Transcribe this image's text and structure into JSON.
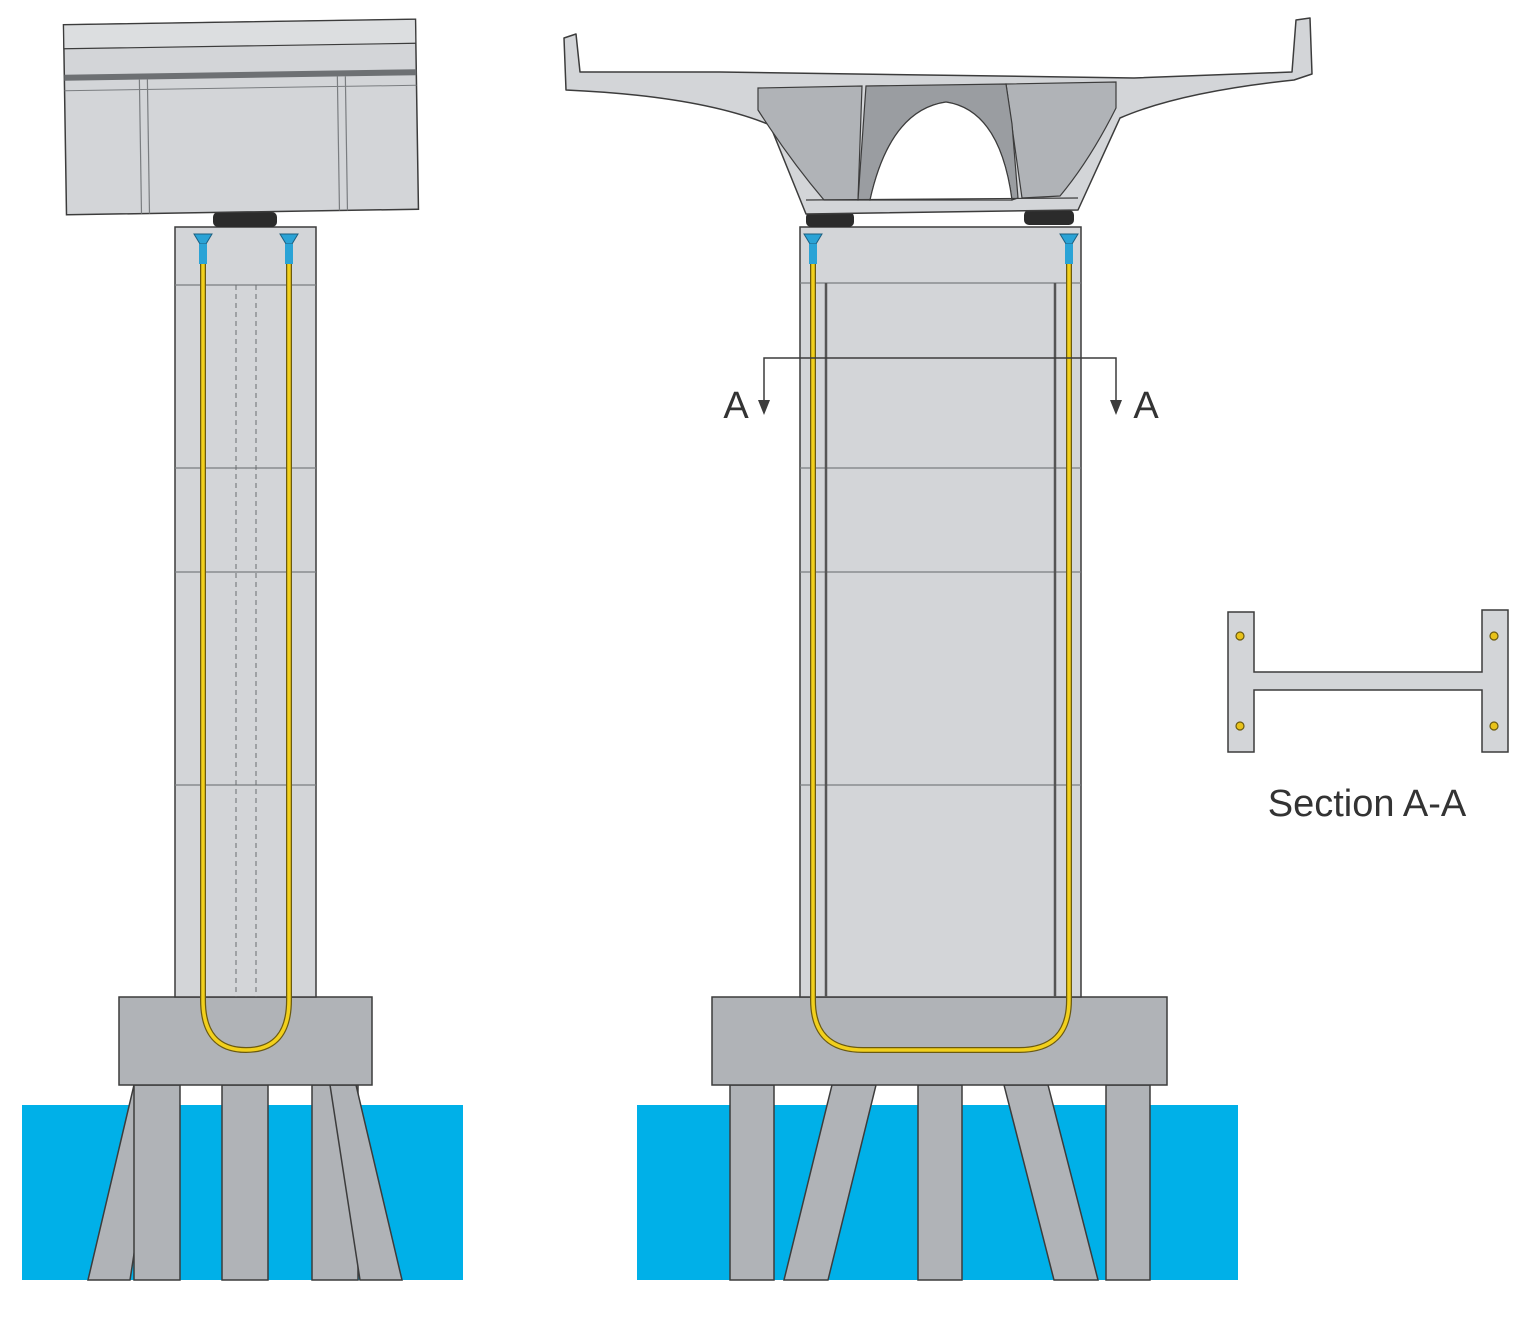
{
  "labels": {
    "section_mark_left": "A",
    "section_mark_right": "A",
    "section_caption": "Section A-A"
  },
  "colors": {
    "water": "#00b0e8",
    "concrete": "#d3d5d8",
    "concrete_dark": "#b0b3b7",
    "outline": "#3c3c3c",
    "tendon": "#f2d01c",
    "anchor": "#2aa3d6",
    "bearing": "#2b2b2b"
  },
  "icons": {
    "tendon_anchor": "anchor-icon",
    "section_arrow": "arrow-down-icon"
  }
}
